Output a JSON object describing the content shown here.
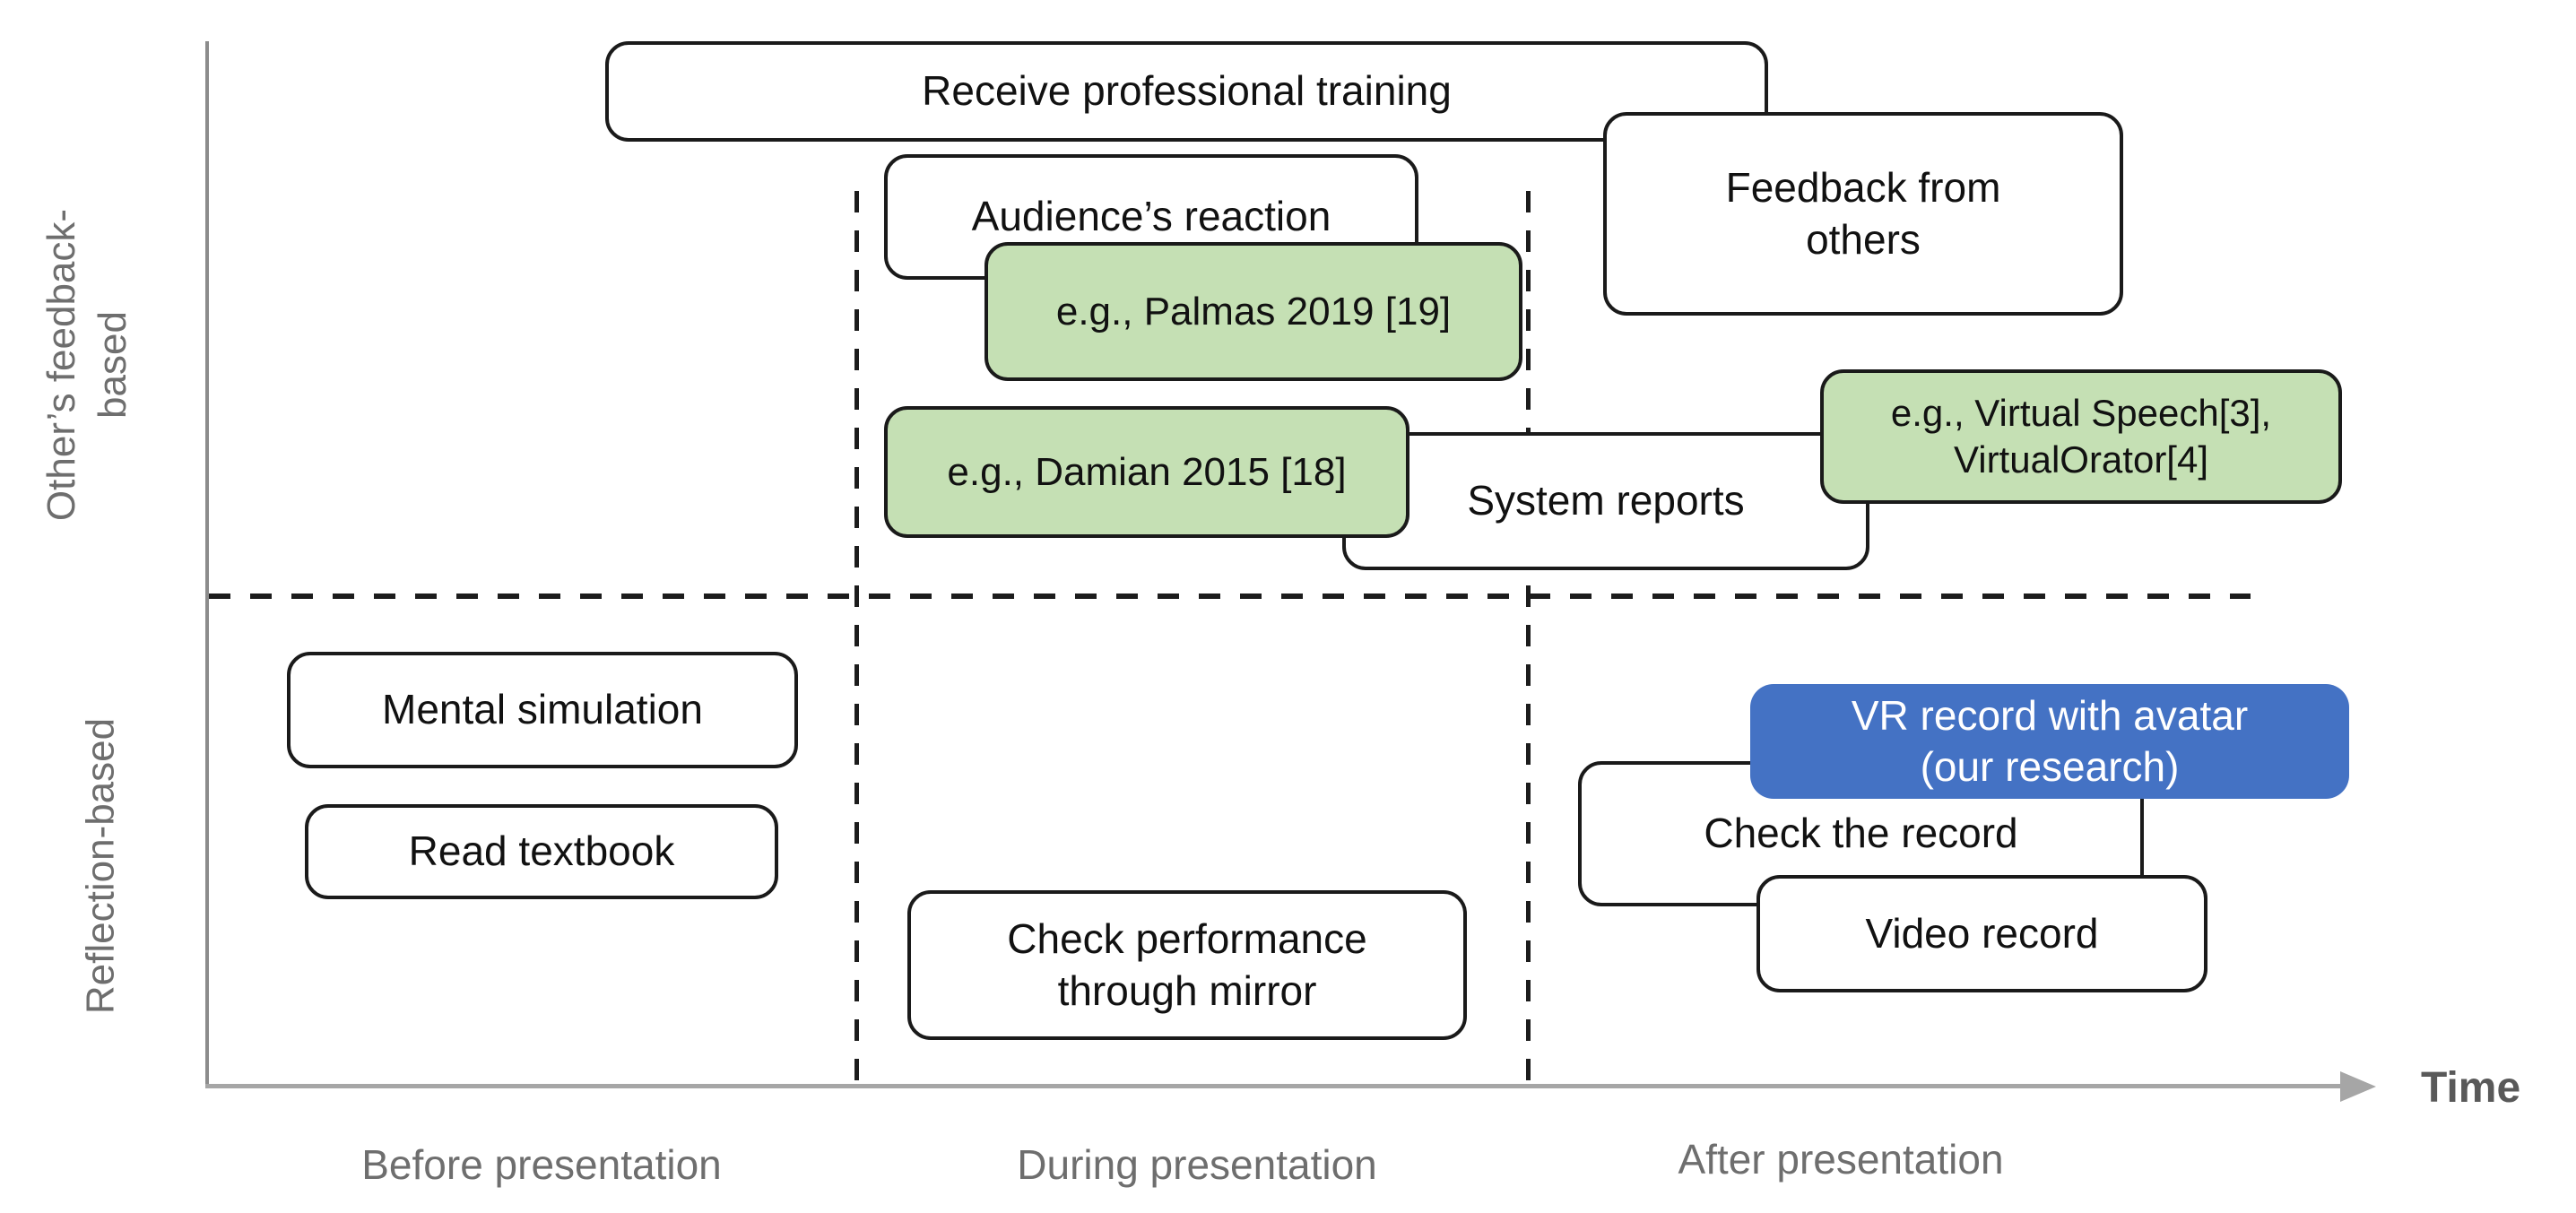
{
  "figure": {
    "axis": {
      "time_label": "Time",
      "x_labels": [
        "Before presentation",
        "During presentation",
        "After presentation"
      ],
      "y_labels": [
        "Other’s feedback-\nbased",
        "Reflection-based"
      ]
    },
    "boxes": {
      "receive_training": {
        "label": "Receive professional training",
        "fill": "#ffffff"
      },
      "audience_reaction": {
        "label": "Audience’s reaction",
        "fill": "#ffffff"
      },
      "feedback_from_others": {
        "label": "Feedback from\nothers",
        "fill": "#ffffff"
      },
      "palmas": {
        "label": "e.g., Palmas 2019 [19]",
        "fill": "#c5e0b4"
      },
      "damian": {
        "label": "e.g., Damian 2015 [18]",
        "fill": "#c5e0b4"
      },
      "system_reports": {
        "label": "System reports",
        "fill": "#ffffff"
      },
      "virtual_speech": {
        "label": "e.g., Virtual Speech[3],\nVirtualOrator[4]",
        "fill": "#c5e0b4"
      },
      "vr_record": {
        "label": "VR record with avatar\n(our research)",
        "fill": "#4472c4"
      },
      "check_record": {
        "label": "Check the record",
        "fill": "#ffffff"
      },
      "video_record": {
        "label": "Video record",
        "fill": "#ffffff"
      },
      "mental_simulation": {
        "label": "Mental simulation",
        "fill": "#ffffff"
      },
      "read_textbook": {
        "label": "Read textbook",
        "fill": "#ffffff"
      },
      "check_mirror": {
        "label": "Check performance\nthrough mirror",
        "fill": "#ffffff"
      }
    },
    "colors": {
      "green_fill": "#c5e0b4",
      "blue_fill": "#4472c4",
      "box_border": "#1a1a1a",
      "axis_gray": "#a6a6a6",
      "label_gray": "#6e6e6e",
      "time_gray": "#595959"
    }
  }
}
